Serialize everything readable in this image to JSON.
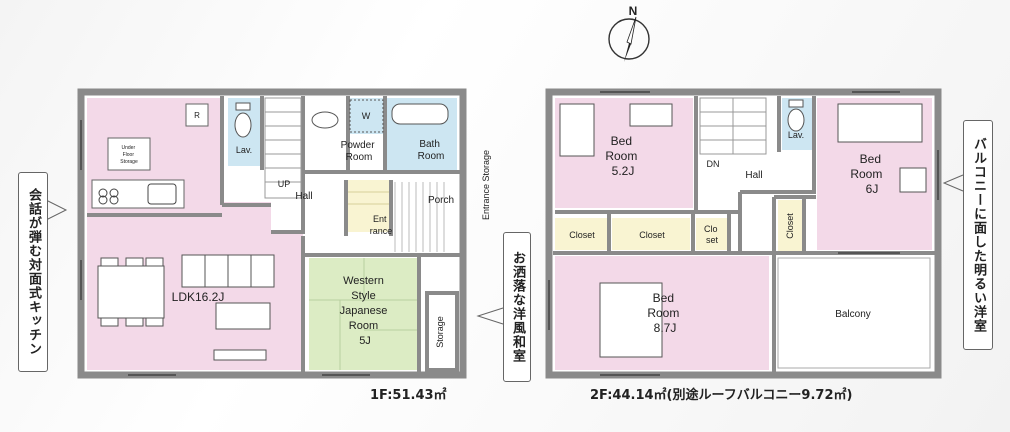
{
  "north_label": "N",
  "floor1": {
    "rooms": {
      "underfloor": [
        "Under",
        "Floor",
        "Storage"
      ],
      "lav": "Lav.",
      "powder": [
        "Powder",
        "Room"
      ],
      "w": "W",
      "bath": [
        "Bath",
        "Room"
      ],
      "up": "UP",
      "hall": "Hall",
      "porch": "Porch",
      "entrance": [
        "Ent",
        "rance"
      ],
      "entrance_storage": "Entrance Storage",
      "ldk": "LDK16.2J",
      "western": [
        "Western",
        "Style",
        "Japanese",
        "Room",
        "5J"
      ],
      "storage": "Storage",
      "r": "R"
    },
    "area": "1F:51.43㎡"
  },
  "floor2": {
    "rooms": {
      "bed1": [
        "Bed",
        "Room",
        "5.2J"
      ],
      "lav": "Lav.",
      "dn": "DN",
      "hall": "Hall",
      "bed2": [
        "Bed",
        "Room",
        "6J"
      ],
      "closet1": "Closet",
      "closet2": "Closet",
      "closet3": [
        "Clo",
        "set"
      ],
      "closet4": "Closet",
      "bed3": [
        "Bed",
        "Room",
        "8.7J"
      ],
      "balcony": "Balcony"
    },
    "area": "2F:44.14㎡(別途ルーフバルコニー9.72㎡)"
  },
  "callouts": {
    "left": "会話が弾む対面式キッチン",
    "middle": "お洒落な洋風和室",
    "right": "バルコニーに面した明るい洋室"
  },
  "colors": {
    "pink": "#f3d9e8",
    "blue": "#cde6f2",
    "green": "#dcecc4",
    "yellow": "#f9f4d2",
    "wall": "#8a8a8a"
  }
}
